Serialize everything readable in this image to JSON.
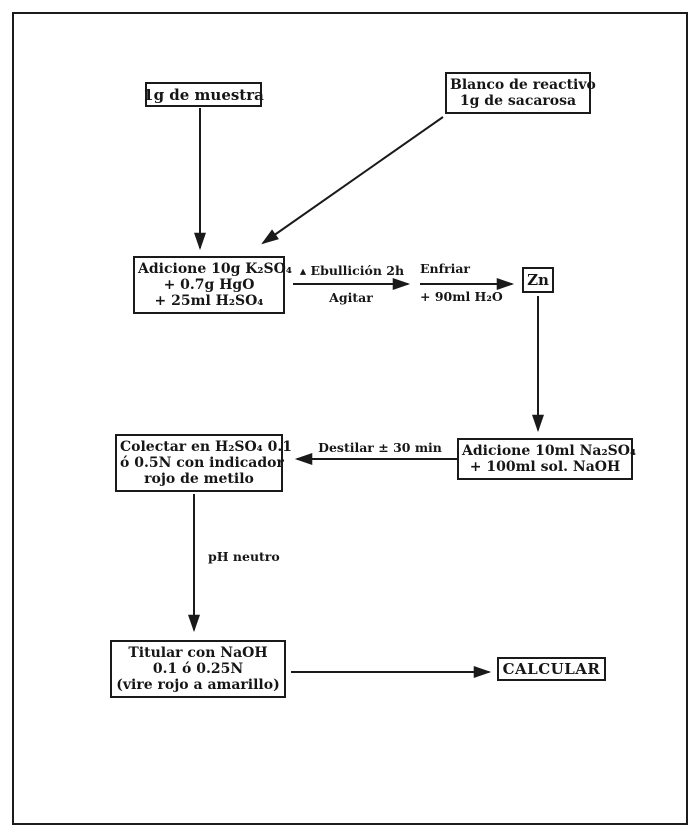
{
  "page": {
    "background": "#ffffff",
    "ink_color": "#1a1a1a",
    "description": "Flowchart of a Kjeldahl-type nitrogen determination laboratory procedure (Spanish)"
  },
  "boxes": {
    "muestra": {
      "label": "1g de muestra"
    },
    "blanco": {
      "line1": "Blanco de reactivo",
      "line2": "1g de sacarosa"
    },
    "digestion": {
      "line1": "Adicione 10g K₂SO₄",
      "line2": "+ 0.7g HgO",
      "line3": "+ 25ml H₂SO₄"
    },
    "zn": {
      "label": "Zn"
    },
    "neutralizacion": {
      "line1": "Adicione 10ml Na₂SO₄",
      "line2": "+ 100ml sol. NaOH"
    },
    "colectar": {
      "line1": "Colectar en H₂SO₄ 0.1",
      "line2": "ó 0.5N con indicador",
      "line3": "rojo de metilo"
    },
    "titular": {
      "line1": "Titular con NaOH",
      "line2": "0.1 ó 0.25N",
      "line3": "(vire rojo a amarillo)"
    },
    "calcular": {
      "label": "CALCULAR"
    }
  },
  "arrow_labels": {
    "ebullicion_top": "▴ Ebullición 2h",
    "ebullicion_bottom": "Agitar",
    "enfriar_top": "Enfriar",
    "enfriar_bottom": "+ 90ml H₂O",
    "destilar": "Destilar ± 30 min",
    "ph_neutro": "pH neutro"
  }
}
